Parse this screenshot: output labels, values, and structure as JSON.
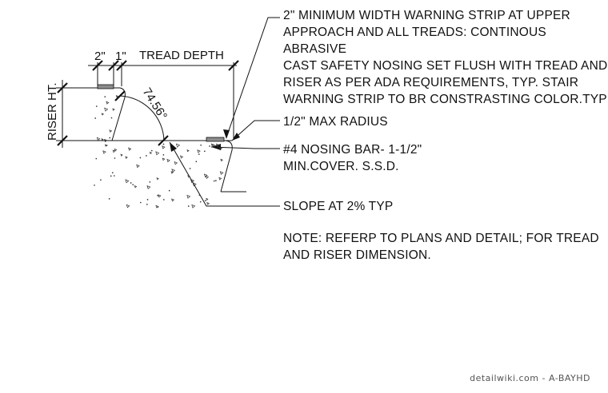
{
  "drawing": {
    "dims": {
      "strip_width": "2\"",
      "offset": "1\"",
      "tread_depth": "TREAD DEPTH",
      "riser_height": "RISER HT.",
      "angle": "74.56°"
    },
    "notes": {
      "warning_strip": "2\" MINIMUM WIDTH WARNING STRIP AT UPPER\nAPPROACH AND ALL TREADS: CONTINOUS ABRASIVE\nCAST SAFETY NOSING SET FLUSH WITH TREAD AND\nRISER AS PER ADA REQUIREMENTS, TYP. STAIR\nWARNING STRIP TO BR CONSTRASTING COLOR.TYP",
      "max_radius": "1/2\" MAX RADIUS",
      "nosing_bar": "#4 NOSING BAR- 1-1/2\"\nMIN.COVER. S.S.D.",
      "slope": "SLOPE AT 2% TYP",
      "general": "NOTE: REFERP TO PLANS AND DETAIL; FOR TREAD\nAND RISER DIMENSION."
    }
  },
  "watermark": "detailwiki.com - A-BAYHD",
  "colors": {
    "line": "#111111",
    "strip": "#8c8c8c"
  }
}
